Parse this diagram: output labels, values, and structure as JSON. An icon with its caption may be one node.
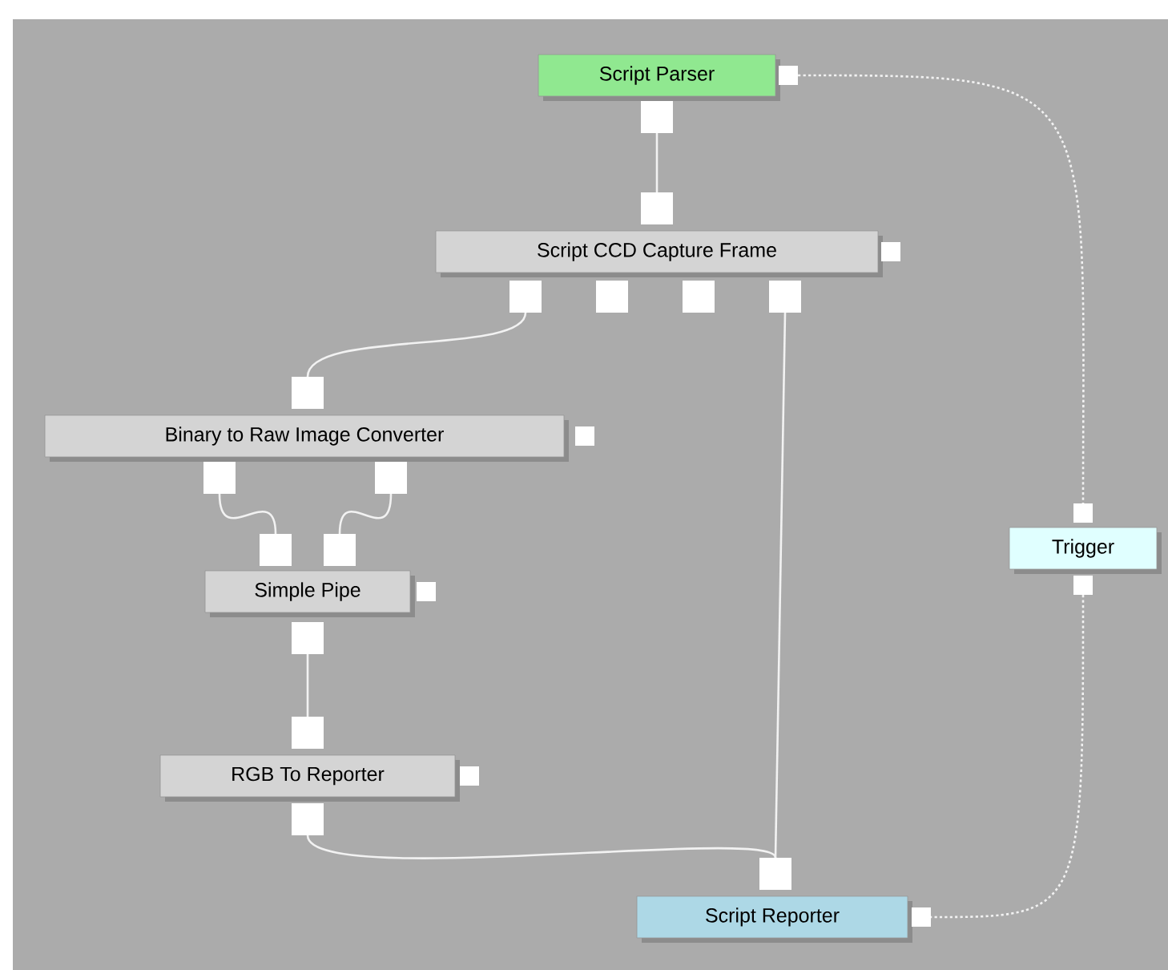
{
  "diagram": {
    "nodes": [
      {
        "text": [
          "Script Parser"
        ]
      },
      {
        "text": [
          "Script CCD Capture Frame"
        ]
      },
      {
        "text": [
          "Binary to Raw Image Converter"
        ]
      },
      {
        "text": [
          "Simple Pipe"
        ]
      },
      {
        "text": [
          "RGB To Reporter"
        ]
      },
      {
        "text": [
          "Trigger"
        ]
      },
      {
        "text": [
          "Script Reporter"
        ]
      }
    ],
    "edges": [
      {
        "from": 0,
        "to": 1,
        "arrow": "none"
      },
      {
        "from": 1,
        "to": 2,
        "arrow": "none"
      },
      {
        "from": 2,
        "to": 3,
        "arrow": "none"
      },
      {
        "from": 2,
        "to": 3,
        "arrow": "none"
      },
      {
        "from": 3,
        "to": 4,
        "arrow": "none"
      },
      {
        "from": 4,
        "to": 6,
        "arrow": "none"
      },
      {
        "from": 1,
        "to": 6,
        "arrow": "none"
      },
      {
        "from": 0,
        "to": 5,
        "arrow": "none",
        "style": "dashed"
      },
      {
        "from": 5,
        "to": 6,
        "arrow": "none",
        "style": "dashed"
      }
    ]
  }
}
